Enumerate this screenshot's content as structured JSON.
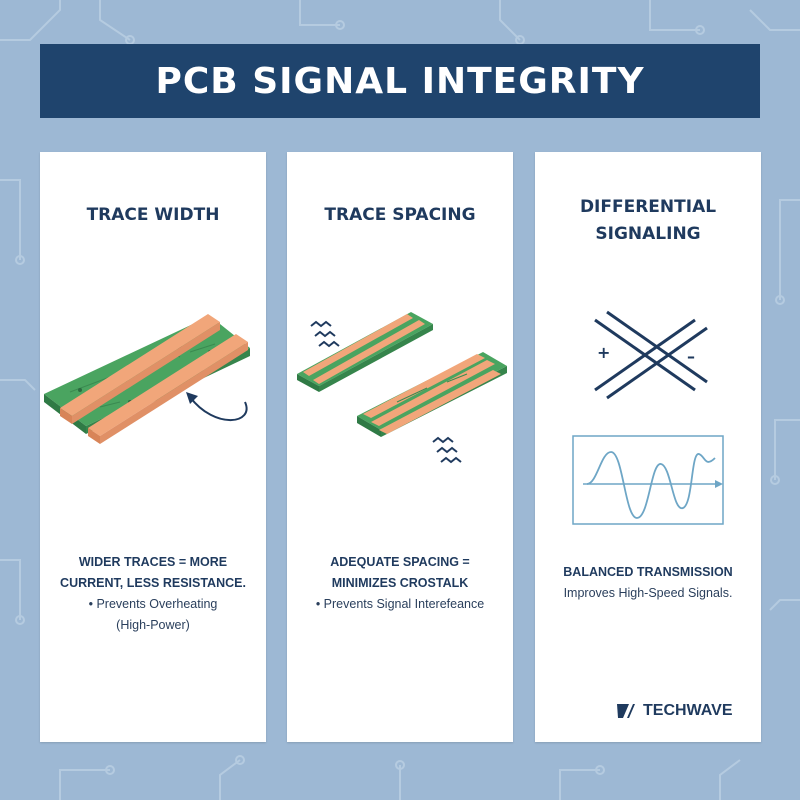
{
  "header": {
    "title": "PCB SIGNAL INTEGRITY"
  },
  "panels": [
    {
      "heading_lines": [
        "TRACE WIDTH"
      ],
      "text_lines": [
        "WIDER TRACES = MORE",
        "CURRENT, LESS RESISTANCE."
      ],
      "bullet_lines": [
        "• Prevents Overheating",
        "(High-Power)"
      ]
    },
    {
      "heading_lines": [
        "TRACE SPACING"
      ],
      "text_lines": [
        "ADEQUATE SPACING =",
        "MINIMIZES CROSTALK"
      ],
      "bullet_lines": [
        "• Prevents Signal Interefeance"
      ]
    },
    {
      "heading_lines": [
        "DIFFERENTIAL",
        "SIGNALING"
      ],
      "text_lines": [
        "BALANCED TRANSMISSION"
      ],
      "bullet_lines": [
        "Improves High-Speed Signals."
      ],
      "symbols": {
        "plus": "+",
        "minus": "–"
      }
    }
  ],
  "brand": {
    "name": "TECHWAVE",
    "icon": "techwave-logo-icon"
  },
  "colors": {
    "background": "#9db8d4",
    "title_bar": "#1f446d",
    "text_dark": "#1f3a5e",
    "board_green": "#4aa460",
    "trace_copper": "#f1a67a"
  }
}
